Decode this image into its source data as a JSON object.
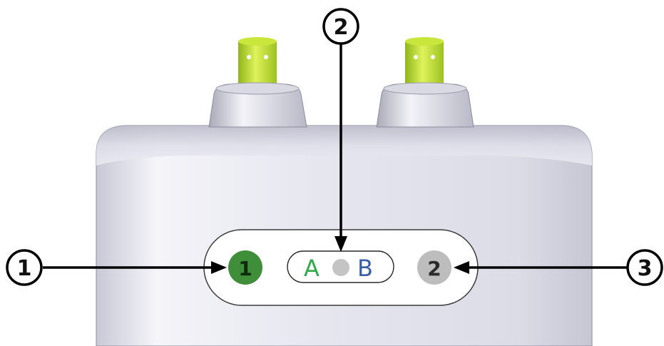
{
  "callouts": [
    {
      "number": "1"
    },
    {
      "number": "2"
    },
    {
      "number": "3"
    }
  ],
  "panel": {
    "led_1": {
      "label": "1",
      "color": "#3f8f3a"
    },
    "selector": {
      "left_letter": "A",
      "left_color": "#2eaa47",
      "right_letter": "B",
      "right_color": "#3b5fa6",
      "dot_color": "#c4c4c4"
    },
    "led_2": {
      "label": "2",
      "color": "#bdbdbd"
    }
  },
  "colors": {
    "housing": "#e4e4ee",
    "cable": "#b7d92b",
    "arrow": "#000000"
  }
}
